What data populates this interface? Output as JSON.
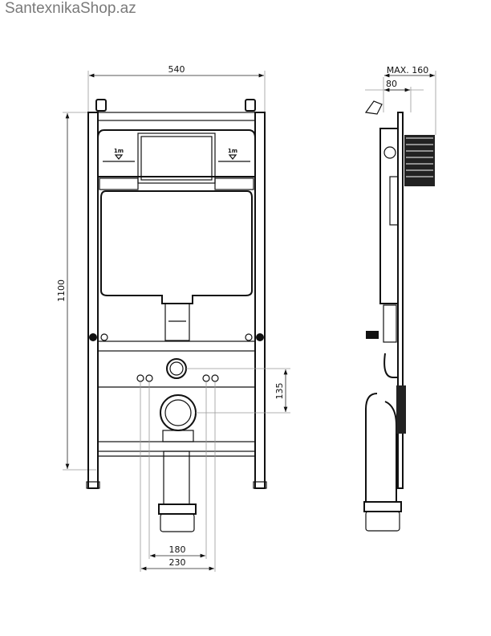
{
  "watermark": "SantexnikaShop.az",
  "dimensions": {
    "width": "540",
    "height": "1100",
    "max_depth": "MAX. 160",
    "depth": "80",
    "flush_height": "135",
    "inner_spacing": "180",
    "outer_spacing": "230",
    "tank_label_left": "1m",
    "tank_label_right": "1m"
  }
}
